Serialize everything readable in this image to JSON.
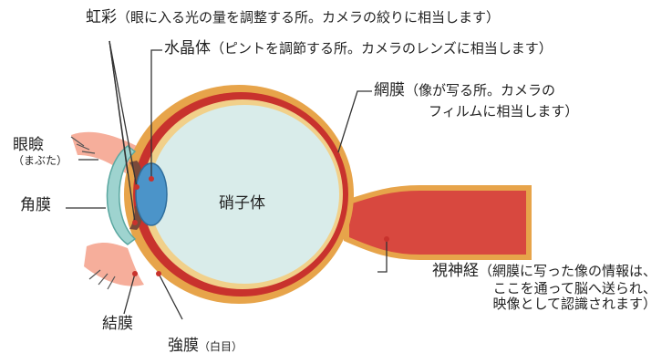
{
  "labels": {
    "iris": {
      "name": "虹彩",
      "note": "（眼に入る光の量を調整する所。カメラの絞りに相当します）"
    },
    "lens": {
      "name": "水晶体",
      "note": "（ピントを調節する所。カメラのレンズに相当します）"
    },
    "retina": {
      "name": "網膜",
      "note_line1": "（像が写る所。カメラの",
      "note_line2": "フィルムに相当します）"
    },
    "eyelid": {
      "name": "眼瞼",
      "reading": "（まぶた）"
    },
    "cornea": {
      "name": "角膜"
    },
    "vitreous": {
      "name": "硝子体"
    },
    "optic_nerve": {
      "name": "視神経",
      "note_line1": "（網膜に写った像の情報は、",
      "note_line2": "ここを通って脳へ送られ、",
      "note_line3": "映像として認識されます）"
    },
    "conjunctiva": {
      "name": "結膜"
    },
    "sclera": {
      "name": "強膜",
      "reading": "（白目）"
    }
  },
  "colors": {
    "background": "#ffffff",
    "sclera_outer": "#e7a44a",
    "choroid": "#c8322d",
    "retina_layer": "#f1d08a",
    "vitreous": "#d9ecea",
    "lens": "#4b94c9",
    "iris": "#7a4a3a",
    "eyelid_skin": "#f08c78",
    "optic_nerve": "#d8483f",
    "cornea": "#9ed3cf",
    "leader_line": "#333333"
  }
}
